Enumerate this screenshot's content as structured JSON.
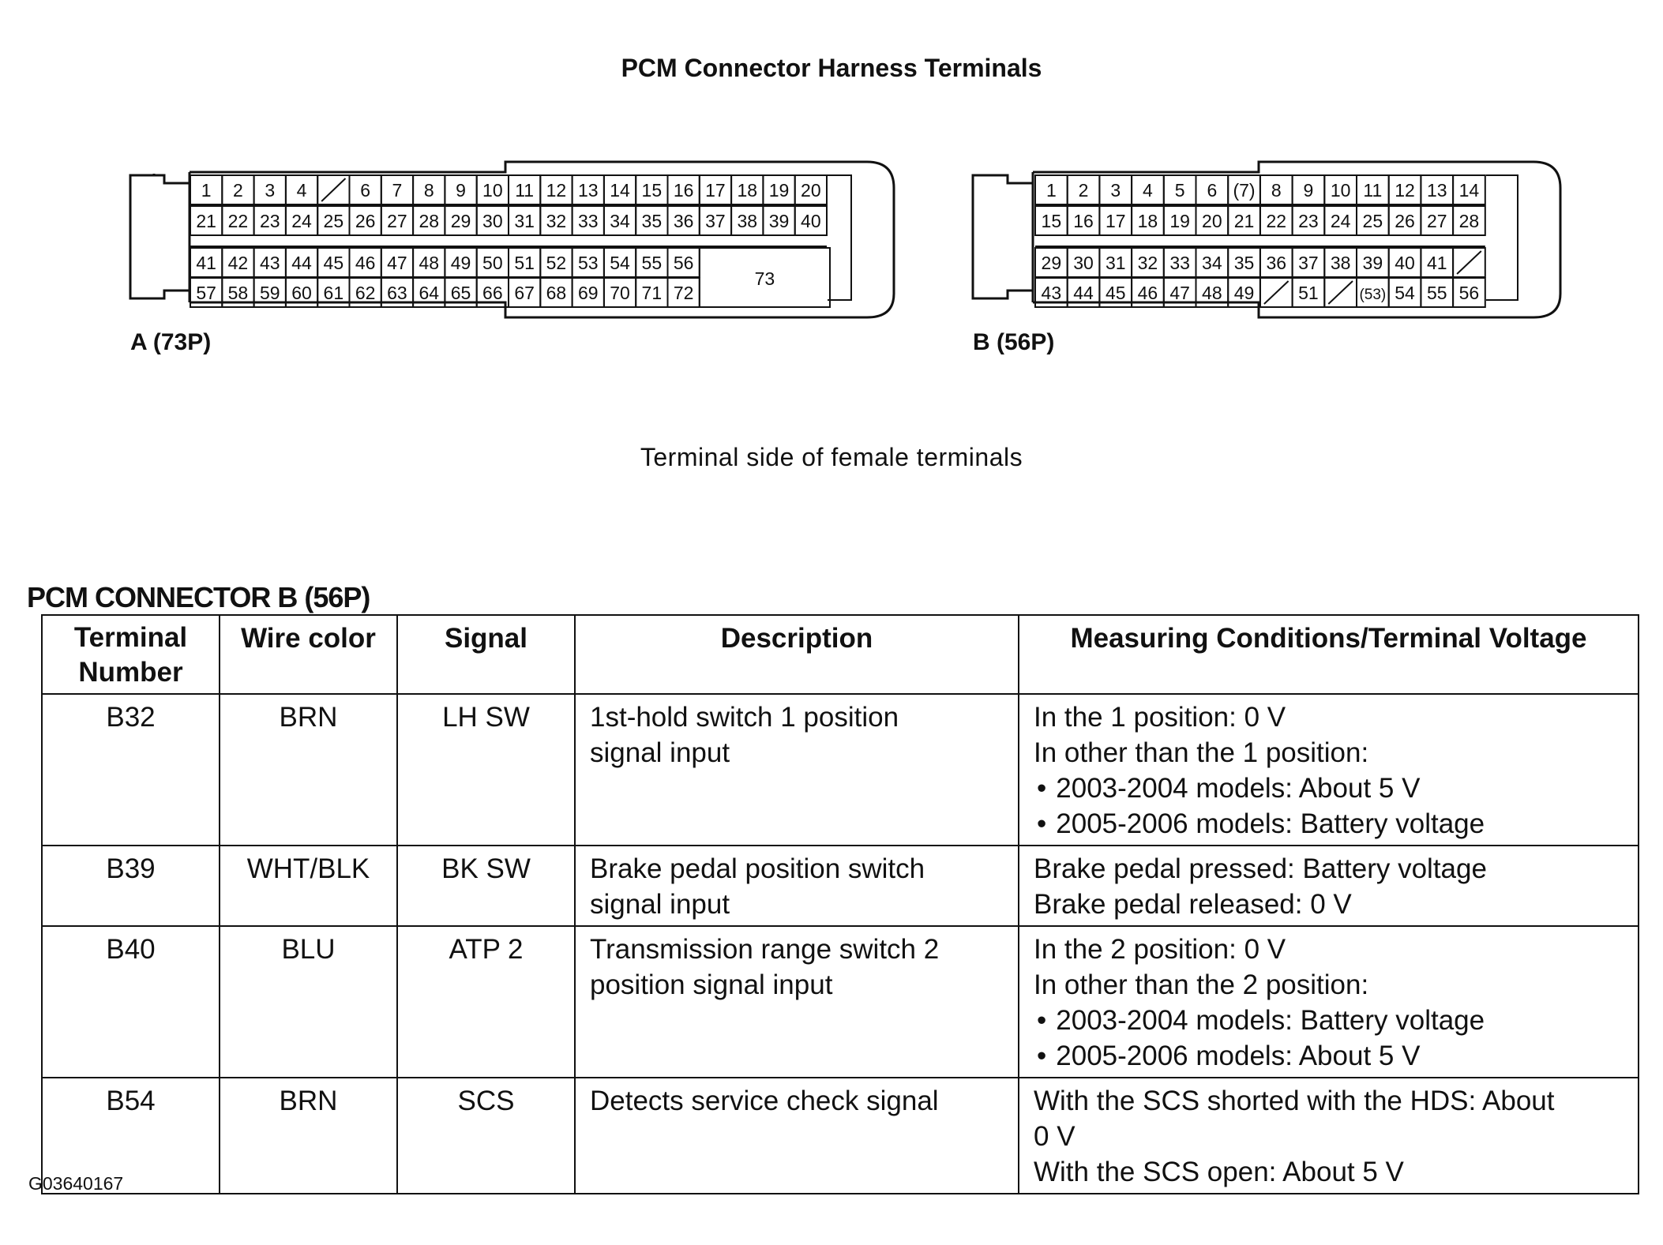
{
  "title": "PCM Connector Harness Terminals",
  "connector_a": {
    "label": "A (73P)",
    "rows": [
      [
        "1",
        "2",
        "3",
        "4",
        "",
        "6",
        "7",
        "8",
        "9",
        "10",
        "11",
        "12",
        "13",
        "14",
        "15",
        "16",
        "17",
        "18",
        "19",
        "20"
      ],
      [
        "21",
        "22",
        "23",
        "24",
        "25",
        "26",
        "27",
        "28",
        "29",
        "30",
        "31",
        "32",
        "33",
        "34",
        "35",
        "36",
        "37",
        "38",
        "39",
        "40"
      ],
      [
        "41",
        "42",
        "43",
        "44",
        "45",
        "46",
        "47",
        "48",
        "49",
        "50",
        "51",
        "52",
        "53",
        "54",
        "55",
        "56"
      ],
      [
        "57",
        "58",
        "59",
        "60",
        "61",
        "62",
        "63",
        "64",
        "65",
        "66",
        "67",
        "68",
        "69",
        "70",
        "71",
        "72"
      ]
    ],
    "big_cell": "73"
  },
  "connector_b": {
    "label": "B (56P)",
    "rows": [
      [
        "1",
        "2",
        "3",
        "4",
        "5",
        "6",
        "(7)",
        "8",
        "9",
        "10",
        "11",
        "12",
        "13",
        "14"
      ],
      [
        "15",
        "16",
        "17",
        "18",
        "19",
        "20",
        "21",
        "22",
        "23",
        "24",
        "25",
        "26",
        "27",
        "28"
      ],
      [
        "29",
        "30",
        "31",
        "32",
        "33",
        "34",
        "35",
        "36",
        "37",
        "38",
        "39",
        "40",
        "41",
        ""
      ],
      [
        "43",
        "44",
        "45",
        "46",
        "47",
        "48",
        "49",
        "",
        "51",
        "",
        "(53)",
        "54",
        "55",
        "56"
      ]
    ]
  },
  "subtitle": "Terminal side of female terminals",
  "section_heading": "PCM CONNECTOR B (56P)",
  "table": {
    "headers": {
      "terminal_1": "Terminal",
      "terminal_2": "Number",
      "wire": "Wire color",
      "signal": "Signal",
      "description": "Description",
      "measuring": "Measuring Conditions/Terminal Voltage"
    },
    "rows": [
      {
        "terminal": "B32",
        "wire": "BRN",
        "signal": "LH SW",
        "description": [
          "1st-hold switch 1 position",
          "signal input"
        ],
        "conditions": [
          {
            "text": "In the 1 position: 0 V",
            "bullet": false
          },
          {
            "text": "In other than the 1 position:",
            "bullet": false
          },
          {
            "text": "2003-2004 models: About 5 V",
            "bullet": true
          },
          {
            "text": "2005-2006 models: Battery voltage",
            "bullet": true
          }
        ]
      },
      {
        "terminal": "B39",
        "wire": "WHT/BLK",
        "signal": "BK SW",
        "description": [
          "Brake pedal position switch",
          "signal input"
        ],
        "conditions": [
          {
            "text": "Brake pedal pressed: Battery voltage",
            "bullet": false
          },
          {
            "text": "Brake pedal released: 0 V",
            "bullet": false
          }
        ]
      },
      {
        "terminal": "B40",
        "wire": "BLU",
        "signal": "ATP 2",
        "description": [
          "Transmission range switch 2",
          "position signal input"
        ],
        "conditions": [
          {
            "text": "In the 2 position: 0 V",
            "bullet": false
          },
          {
            "text": "In other than the 2 position:",
            "bullet": false
          },
          {
            "text": "2003-2004 models: Battery voltage",
            "bullet": true
          },
          {
            "text": "2005-2006 models: About 5 V",
            "bullet": true
          }
        ]
      },
      {
        "terminal": "B54",
        "wire": "BRN",
        "signal": "SCS",
        "description": [
          "Detects service check signal"
        ],
        "conditions": [
          {
            "text": "With the SCS shorted with the HDS: About",
            "bullet": false
          },
          {
            "text": "0 V",
            "bullet": false
          },
          {
            "text": "With the SCS open: About 5 V",
            "bullet": false
          }
        ]
      }
    ]
  },
  "figure_code": "G03640167"
}
